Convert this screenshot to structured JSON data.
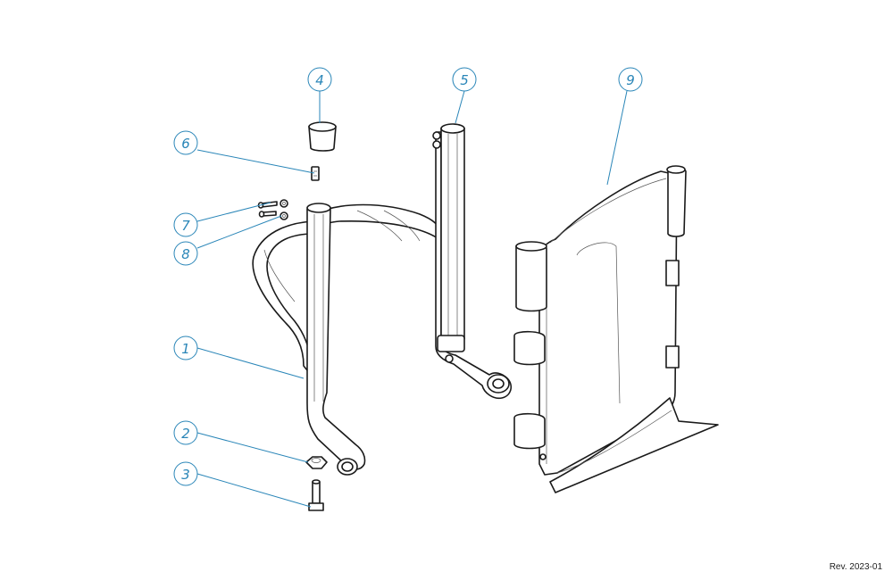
{
  "callouts": [
    {
      "id": "callout-1",
      "label": "1"
    },
    {
      "id": "callout-2",
      "label": "2"
    },
    {
      "id": "callout-3",
      "label": "3"
    },
    {
      "id": "callout-4",
      "label": "4"
    },
    {
      "id": "callout-5",
      "label": "5"
    },
    {
      "id": "callout-6",
      "label": "6"
    },
    {
      "id": "callout-7",
      "label": "7"
    },
    {
      "id": "callout-8",
      "label": "8"
    },
    {
      "id": "callout-9",
      "label": "9"
    }
  ],
  "revision": "Rev. 2023-01",
  "colors": {
    "callout": "#2a86b8",
    "line": "#1a1a1a"
  }
}
